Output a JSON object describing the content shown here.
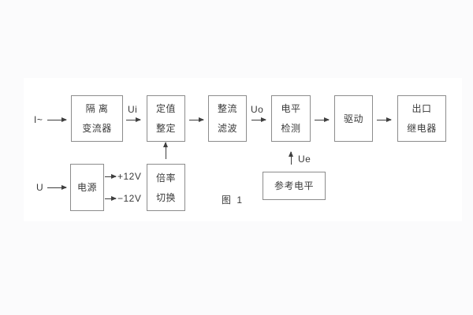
{
  "figure": {
    "caption": "图 1"
  },
  "colors": {
    "background": "#fbfbfc",
    "panel": "#ffffff",
    "box_border": "#8c8c8c",
    "line": "#3f3f3f",
    "text": "#3a3a3a"
  },
  "diagram": {
    "inputs": {
      "current": "I~",
      "voltage": "U"
    },
    "signal_labels": {
      "ui": "Ui",
      "uo": "Uo",
      "ue": "Ue"
    },
    "power_rails": {
      "positive": "+12V",
      "negative": "−12V"
    },
    "blocks": {
      "isolation": {
        "line1": "隔 离",
        "line2": "变流器"
      },
      "setpoint": {
        "line1": "定值",
        "line2": "整定"
      },
      "rectifier": {
        "line1": "整流",
        "line2": "滤波"
      },
      "level": {
        "line1": "电平",
        "line2": "检测"
      },
      "drive": {
        "line1": "驱动"
      },
      "output": {
        "line1": "出口",
        "line2": "继电器"
      },
      "power": {
        "line1": "电源"
      },
      "ratio": {
        "line1": "倍率",
        "line2": "切换"
      },
      "reference": {
        "line1": "参考电平"
      }
    }
  }
}
